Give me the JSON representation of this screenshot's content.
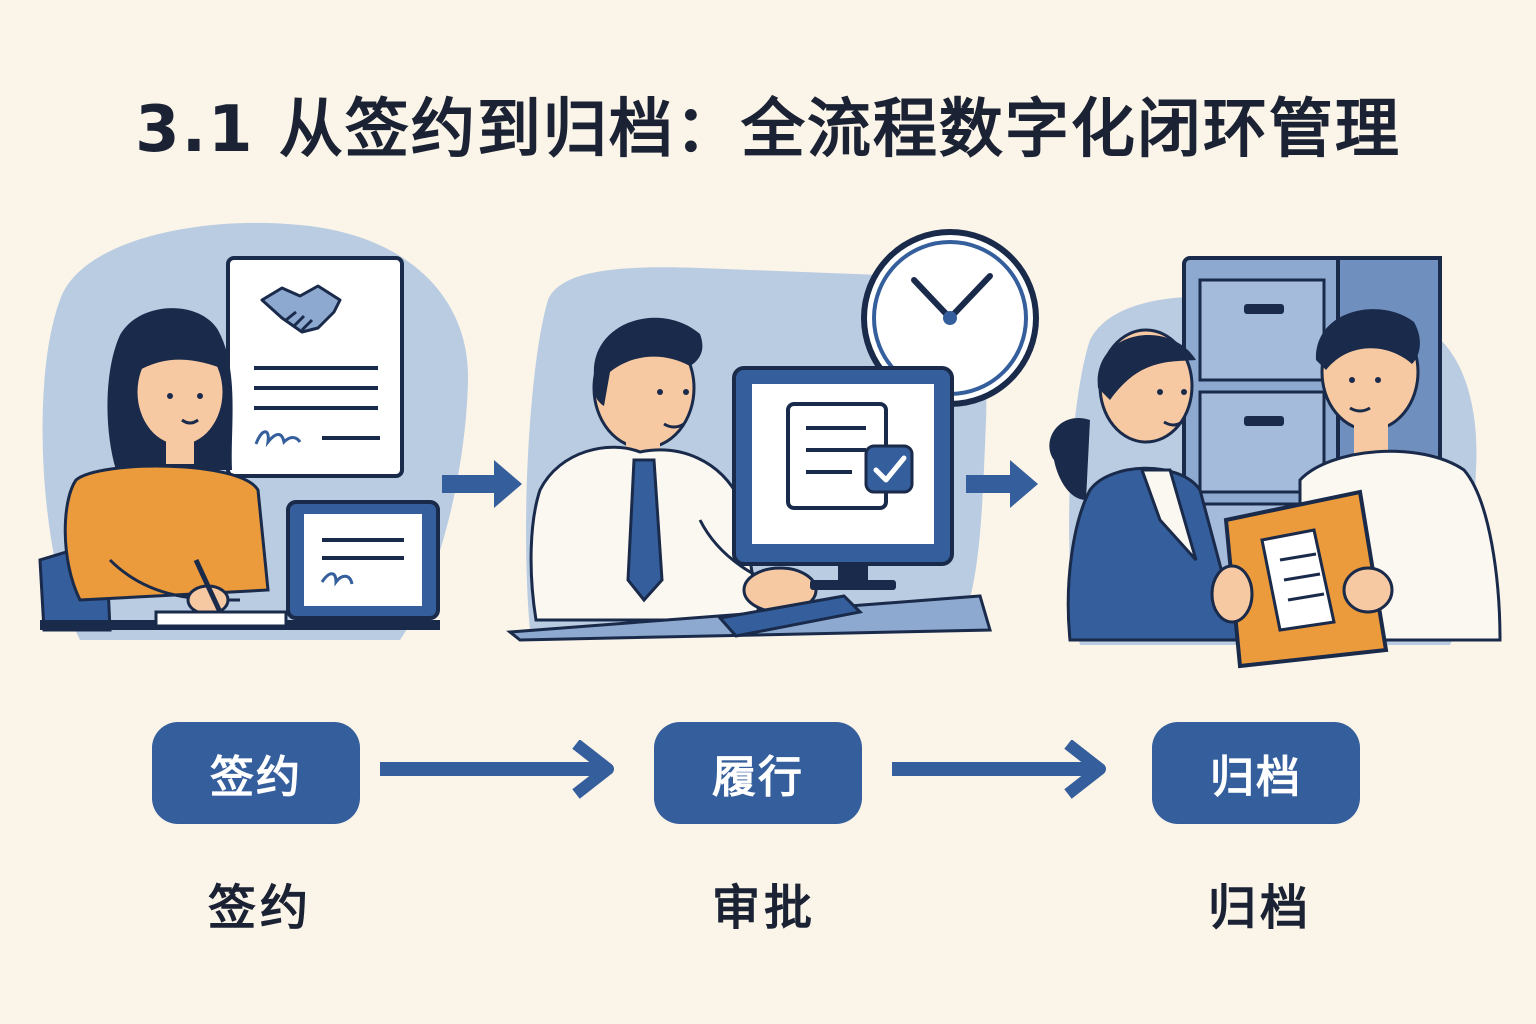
{
  "title": "3.1 从签约到归档：全流程数字化闭环管理",
  "steps": [
    {
      "pill": "签约",
      "caption": "签约"
    },
    {
      "pill": "履行",
      "caption": "审批"
    },
    {
      "pill": "归档",
      "caption": "归档"
    }
  ],
  "colors": {
    "background": "#fbf4e8",
    "primary_blue": "#355e9c",
    "dark_navy": "#1a2a4a",
    "soft_blue": "#b9cce2",
    "accent_orange": "#eb9a3c"
  },
  "icons": [
    "handshake-icon",
    "signature-icon",
    "clock-icon",
    "checkbox-icon",
    "document-icon",
    "folder-icon",
    "filing-cabinet-icon"
  ]
}
